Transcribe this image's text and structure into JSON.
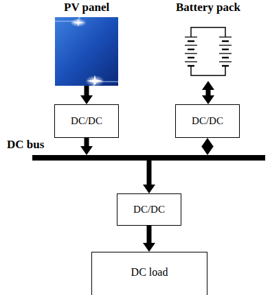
{
  "diagram": {
    "nodes": [
      {
        "text": [
          "PV panel"
        ]
      },
      {
        "text": [
          "Battery pack"
        ]
      },
      {
        "text": [
          "DC/DC"
        ]
      },
      {
        "text": [
          "DC/DC"
        ]
      },
      {
        "text": [
          "DC bus"
        ]
      },
      {
        "text": [
          "DC/DC"
        ]
      },
      {
        "text": [
          "DC load"
        ]
      }
    ],
    "edges": [
      {
        "from": 0,
        "to": 2,
        "arrow": "to"
      },
      {
        "from": 1,
        "to": 3,
        "arrow": "both"
      },
      {
        "from": 2,
        "to": 4,
        "arrow": "to"
      },
      {
        "from": 3,
        "to": 4,
        "arrow": "both"
      },
      {
        "from": 4,
        "to": 5,
        "arrow": "to"
      },
      {
        "from": 5,
        "to": 6,
        "arrow": "to"
      }
    ]
  }
}
